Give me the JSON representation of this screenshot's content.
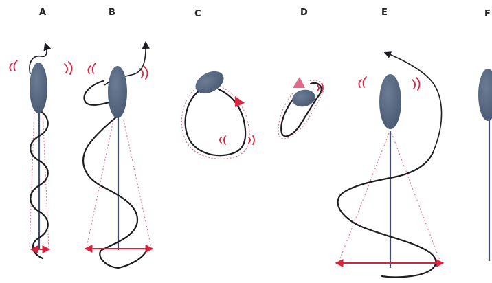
{
  "panels": [
    {
      "letter": "A"
    },
    {
      "letter": "B"
    },
    {
      "letter": "C"
    },
    {
      "letter": "D"
    },
    {
      "letter": "E"
    },
    {
      "letter": "F"
    }
  ],
  "colors": {
    "head": "#4a5a73",
    "head_highlight": "#6c7c95",
    "shaft": "#3f4f6e",
    "flagellum_wave": "#1c1c22",
    "accent_red": "#d8243f",
    "accent_pink": "#e06a8c",
    "background": "#ffffff"
  },
  "icons": {
    "vibration_marks": "double-curved-lines-icon",
    "rotation_arrow": "curved-arrow-icon",
    "amplitude_arrow": "double-headed-arrow-icon",
    "direction_marker": "red-triangle-icon"
  }
}
